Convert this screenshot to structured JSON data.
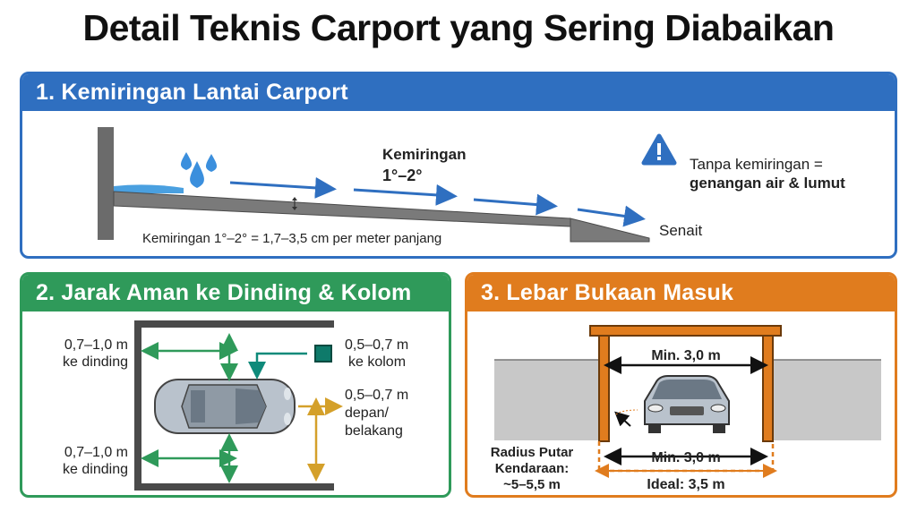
{
  "title": "Detail Teknis Carport yang Sering Diabaikan",
  "section1": {
    "header": "1. Kemiringan Lantai Carport",
    "slope_title": "Kemiringan",
    "slope_value": "1°–2°",
    "warning_line1": "Tanpa kemiringan =",
    "warning_line2": "genangan air & lumut",
    "note": "Kemiringan 1°–2° = 1,7–3,5 cm per meter panjang",
    "senait": "Senait",
    "icons": [
      "water-drops-icon",
      "warning-icon"
    ]
  },
  "section2": {
    "header": "2. Jarak Aman ke Dinding & Kolom",
    "top_left_value": "0,7–1,0 m",
    "top_left_text": "ke dinding",
    "bottom_left_value": "0,7–1,0 m",
    "bottom_left_text": "ke dinding",
    "column_value": "0,5–0,7 m",
    "column_text": "ke kolom",
    "front_value": "0,5–0,7 m",
    "front_text1": "depan/",
    "front_text2": "belakang"
  },
  "section3": {
    "header": "3. Lebar Bukaan Masuk",
    "min_top": "Min. 3,0 m",
    "min_bottom": "Min. 3,0 m",
    "ideal": "Ideal: 3,5 m",
    "radius_line1": "Radius Putar",
    "radius_line2": "Kendaraan:",
    "radius_line3": "~5–5,5 m"
  },
  "colors": {
    "blue": "#2f6fc0",
    "green": "#2f9a5a",
    "orange": "#e07c1e",
    "teal": "#0e8a7a",
    "gold": "#d4a02a"
  }
}
